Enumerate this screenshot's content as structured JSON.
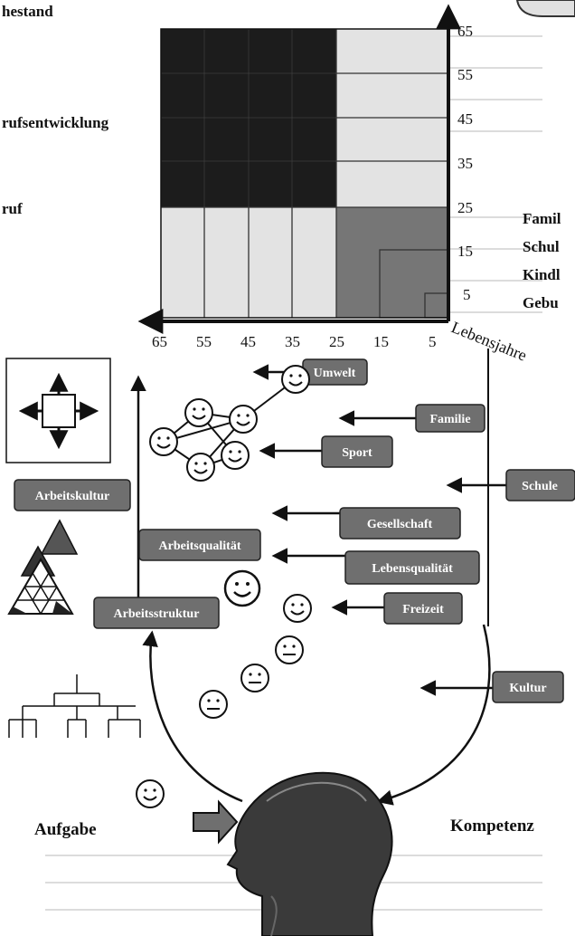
{
  "left_labels": [
    "hestand",
    "rufsentwicklung",
    "ruf"
  ],
  "right_labels": [
    "Famil",
    "Schul",
    "Kindl",
    "Gebu"
  ],
  "y_axis_ticks": [
    "65",
    "55",
    "45",
    "35",
    "25",
    "15",
    "5"
  ],
  "x_axis_ticks": [
    "65",
    "55",
    "45",
    "35",
    "25",
    "15",
    "5"
  ],
  "axis_label": "Lebensjahre",
  "influence_boxes": [
    "Umwelt",
    "Familie",
    "Sport",
    "Schule",
    "Gesellschaft",
    "Lebensqualität",
    "Freizeit",
    "Kultur"
  ],
  "work_boxes": [
    "Arbeitskultur",
    "Arbeitsqualität",
    "Arbeitsstruktur"
  ],
  "bottom_labels": {
    "task": "Aufgabe",
    "competence": "Kompetenz"
  },
  "colors": {
    "dark_block": "#1c1c1c",
    "grey_block": "#767676",
    "light_block": "#e3e3e3",
    "box_fill": "#6f6f6f"
  }
}
